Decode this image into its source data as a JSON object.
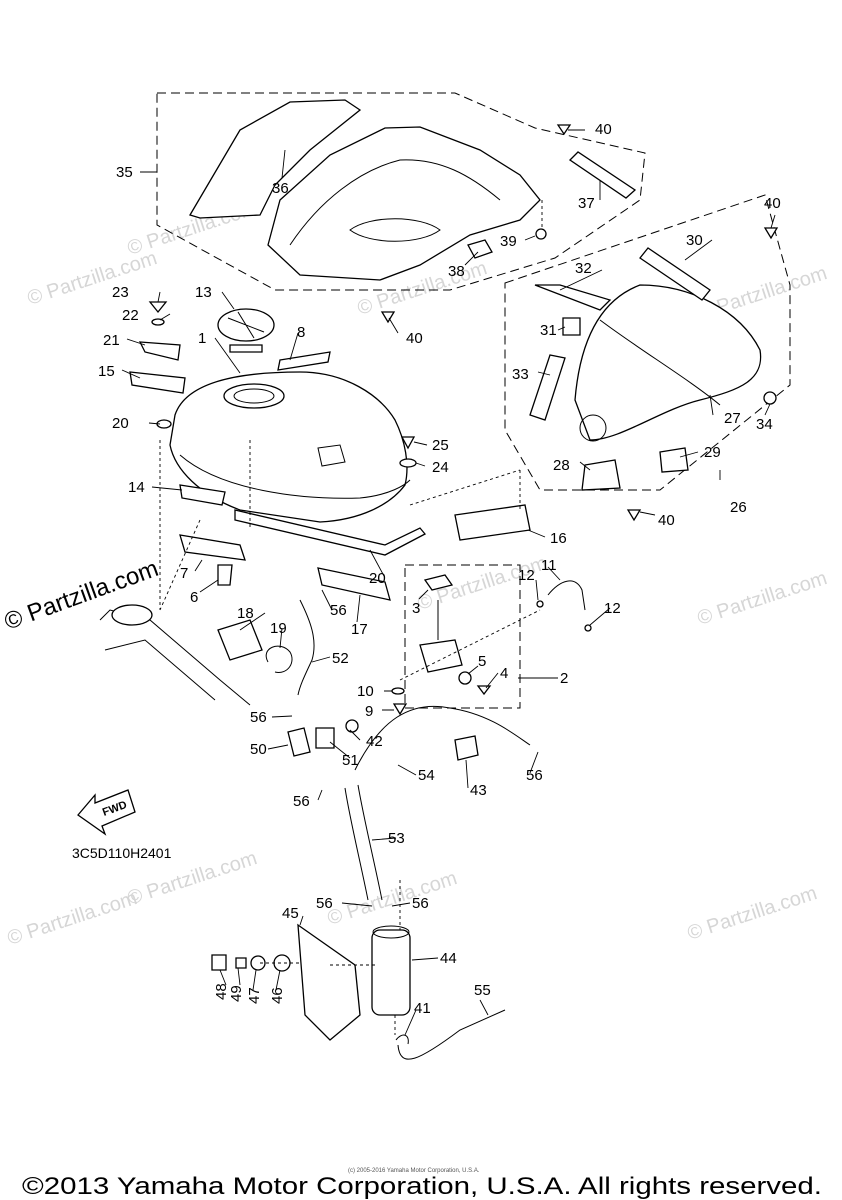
{
  "diagram": {
    "code": "3C5D110H2401",
    "fwd_label": "FWD",
    "copyright": "©2013 Yamaha Motor Corporation, U.S.A. All rights reserved.",
    "small_print": "(c) 2005-2016 Yamaha Motor Corporation, U.S.A.",
    "watermark_big": "© Partzilla.com",
    "watermark": "© Partzilla.com",
    "callouts": {
      "c1": "1",
      "c2": "2",
      "c3": "3",
      "c4": "4",
      "c5": "5",
      "c6": "6",
      "c7": "7",
      "c8": "8",
      "c9": "9",
      "c10": "10",
      "c11": "11",
      "c12a": "12",
      "c12b": "12",
      "c13": "13",
      "c14": "14",
      "c15": "15",
      "c16": "16",
      "c17": "17",
      "c18": "18",
      "c19": "19",
      "c20a": "20",
      "c20b": "20",
      "c21": "21",
      "c22": "22",
      "c23": "23",
      "c24": "24",
      "c25": "25",
      "c26": "26",
      "c27": "27",
      "c28": "28",
      "c29": "29",
      "c30": "30",
      "c31": "31",
      "c32": "32",
      "c33": "33",
      "c34": "34",
      "c35": "35",
      "c36": "36",
      "c37": "37",
      "c38": "38",
      "c39": "39",
      "c40a": "40",
      "c40b": "40",
      "c40c": "40",
      "c40d": "40",
      "c41": "41",
      "c42": "42",
      "c43": "43",
      "c44": "44",
      "c45": "45",
      "c46": "46",
      "c47": "47",
      "c48": "48",
      "c49": "49",
      "c50": "50",
      "c51": "51",
      "c52": "52",
      "c53": "53",
      "c54": "54",
      "c55": "55",
      "c56a": "56",
      "c56b": "56",
      "c56c": "56",
      "c56d": "56",
      "c56e": "56",
      "c56f": "56"
    }
  }
}
